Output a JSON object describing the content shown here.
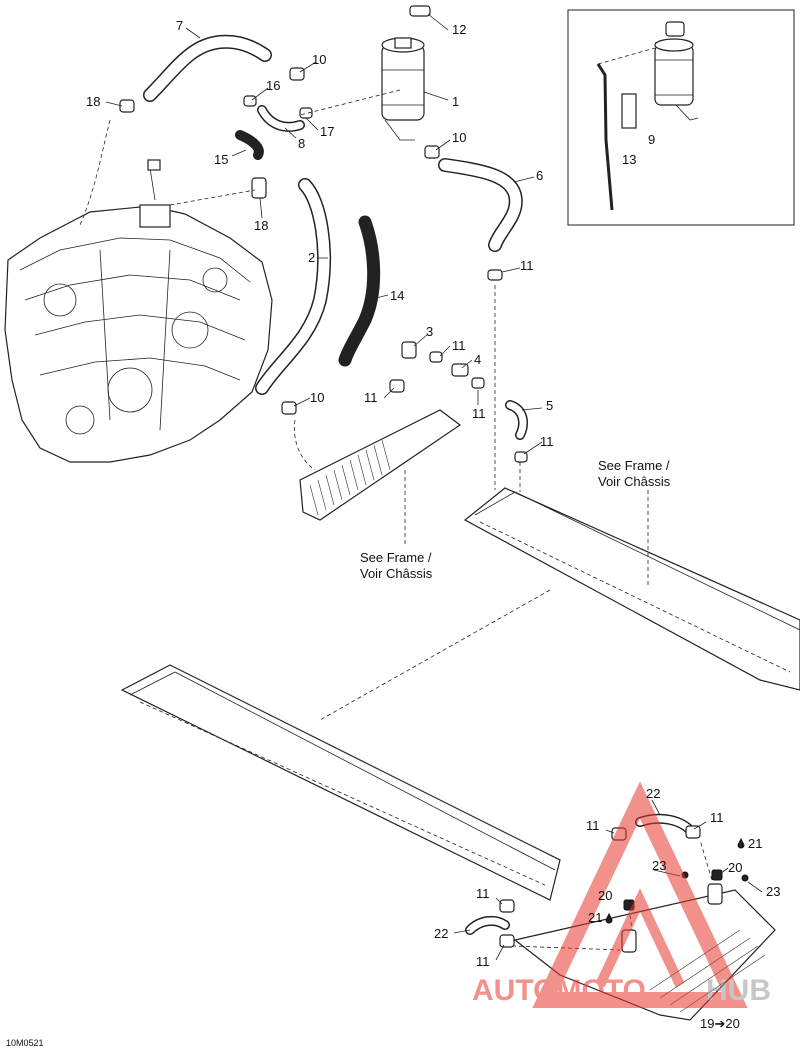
{
  "callouts": {
    "c1": "1",
    "c2": "2",
    "c3": "3",
    "c4": "4",
    "c5": "5",
    "c6": "6",
    "c7": "7",
    "c8": "8",
    "c9": "9",
    "c10a": "10",
    "c10b": "10",
    "c10c": "10",
    "c11a": "11",
    "c11b": "11",
    "c11c": "11",
    "c11d": "11",
    "c11e": "11",
    "c11f": "11",
    "c11g": "11",
    "c11h": "11",
    "c11i": "11",
    "c12": "12",
    "c13": "13",
    "c14": "14",
    "c15": "15",
    "c16": "16",
    "c17": "17",
    "c18a": "18",
    "c18b": "18",
    "c20a": "20",
    "c20b": "20",
    "c21a": "21",
    "c21b": "21",
    "c22a": "22",
    "c22b": "22",
    "c23a": "23",
    "c23b": "23"
  },
  "notes": {
    "see_frame_1_line1": "See Frame /",
    "see_frame_1_line2": "Voir Châssis",
    "see_frame_2_line1": "See Frame /",
    "see_frame_2_line2": "Voir Châssis",
    "kit_note": "19➔20",
    "drawing_code": "10M0521"
  },
  "watermark": {
    "text_red": "AUTOMOTO",
    "text_gray": "HUB",
    "color_red": "#e8382f",
    "color_gray": "#9a9a9a"
  }
}
